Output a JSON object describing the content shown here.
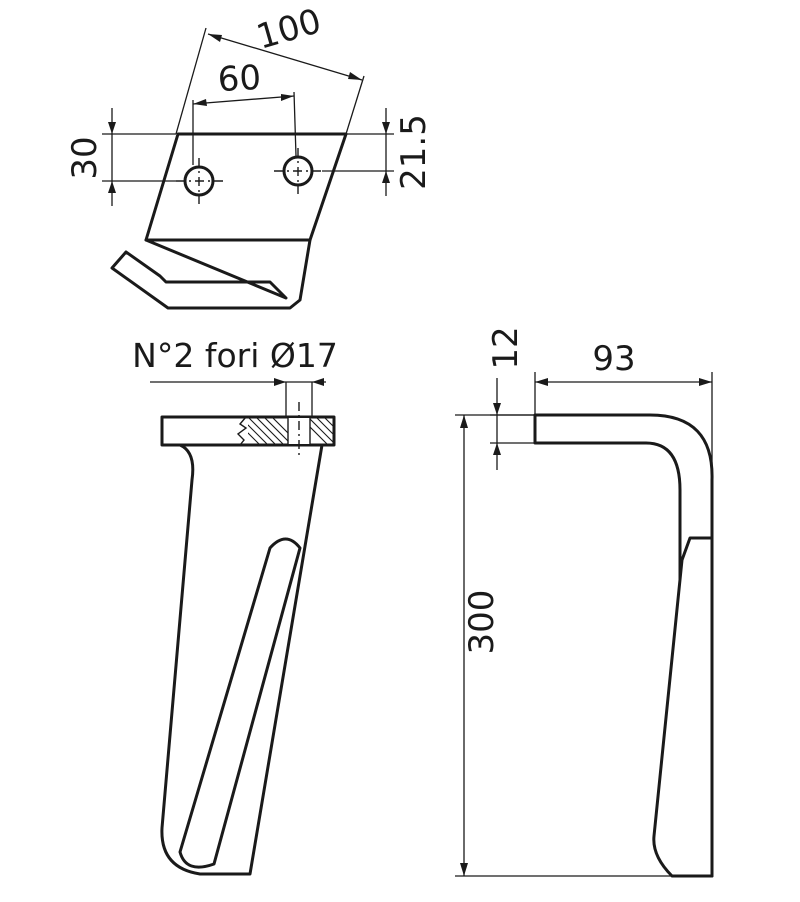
{
  "drawing": {
    "top_view": {
      "dim_width": "100",
      "dim_hole_spacing": "60",
      "dim_edge_height": "30",
      "dim_hole_offset": "21.5"
    },
    "front_view": {
      "holes_note": "N°2 fori Ø17"
    },
    "side_view": {
      "dim_height": "300",
      "dim_width": "93",
      "dim_thickness": "12"
    }
  }
}
